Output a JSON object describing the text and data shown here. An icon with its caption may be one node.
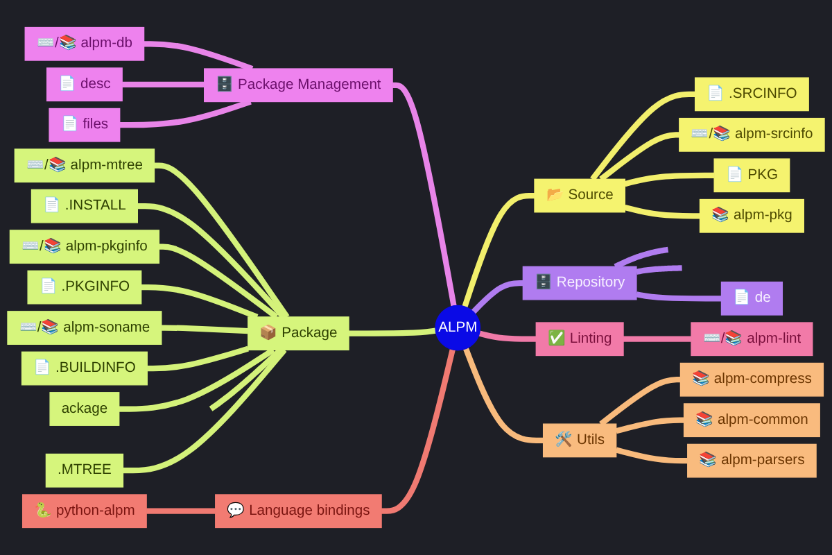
{
  "diagram": {
    "nodes": [
      {
        "text": [
          "ALPM"
        ]
      },
      {
        "text": [
          "🗄️ Package Management"
        ]
      },
      {
        "text": [
          "⌨️/📚 alpm-db"
        ]
      },
      {
        "text": [
          "📄 desc"
        ]
      },
      {
        "text": [
          "📄 files"
        ]
      },
      {
        "text": [
          "📂 Source"
        ]
      },
      {
        "text": [
          "📄 .SRCINFO"
        ]
      },
      {
        "text": [
          "⌨️/📚 alpm-srcinfo"
        ]
      },
      {
        "text": [
          "📄 PKG"
        ]
      },
      {
        "text": [
          "📚 alpm-pkg"
        ]
      },
      {
        "text": [
          "🗄️ Repository"
        ]
      },
      {
        "text": [
          "📄 de"
        ]
      },
      {
        "text": [
          "✅ Linting"
        ]
      },
      {
        "text": [
          "⌨️/📚 alpm-lint"
        ]
      },
      {
        "text": [
          "🛠️ Utils"
        ]
      },
      {
        "text": [
          "📚 alpm-compress"
        ]
      },
      {
        "text": [
          "📚 alpm-common"
        ]
      },
      {
        "text": [
          "📚 alpm-parsers"
        ]
      },
      {
        "text": [
          "📦 Package"
        ]
      },
      {
        "text": [
          "⌨️/📚 alpm-mtree"
        ]
      },
      {
        "text": [
          "📄 .INSTALL"
        ]
      },
      {
        "text": [
          "⌨️/📚 alpm-pkginfo"
        ]
      },
      {
        "text": [
          "📄 .PKGINFO"
        ]
      },
      {
        "text": [
          "⌨️/📚 alpm-soname"
        ]
      },
      {
        "text": [
          "📄 .BUILDINFO"
        ]
      },
      {
        "text": [
          "ackage"
        ]
      },
      {
        "text": [
          ".MTREE"
        ]
      },
      {
        "text": [
          "💬 Language bindings"
        ]
      },
      {
        "text": [
          "🐍 python-alpm"
        ]
      }
    ],
    "edges": [
      {
        "from": 0,
        "to": 1,
        "arrow": "none",
        "color": "#e884e8"
      },
      {
        "from": 1,
        "to": 2,
        "arrow": "none",
        "color": "#e884e8"
      },
      {
        "from": 1,
        "to": 3,
        "arrow": "none",
        "color": "#e884e8"
      },
      {
        "from": 1,
        "to": 4,
        "arrow": "none",
        "color": "#e884e8"
      },
      {
        "from": 0,
        "to": 5,
        "arrow": "none",
        "color": "#f2ef6c"
      },
      {
        "from": 5,
        "to": 6,
        "arrow": "none",
        "color": "#f2ef6c"
      },
      {
        "from": 5,
        "to": 7,
        "arrow": "none",
        "color": "#f2ef6c"
      },
      {
        "from": 5,
        "to": 8,
        "arrow": "none",
        "color": "#f2ef6c"
      },
      {
        "from": 5,
        "to": 9,
        "arrow": "none",
        "color": "#f2ef6c"
      },
      {
        "from": 0,
        "to": 10,
        "arrow": "none",
        "color": "#b07cf0"
      },
      {
        "from": 10,
        "to": null,
        "arrow": "none",
        "color": "#b07cf0"
      },
      {
        "from": 10,
        "to": null,
        "arrow": "none",
        "color": "#b07cf0"
      },
      {
        "from": 10,
        "to": 11,
        "arrow": "none",
        "color": "#b07cf0"
      },
      {
        "from": 0,
        "to": 12,
        "arrow": "none",
        "color": "#f07aa8"
      },
      {
        "from": 12,
        "to": 13,
        "arrow": "none",
        "color": "#f07aa8"
      },
      {
        "from": 0,
        "to": 14,
        "arrow": "none",
        "color": "#f8ba7c"
      },
      {
        "from": 14,
        "to": 15,
        "arrow": "none",
        "color": "#f8ba7c"
      },
      {
        "from": 14,
        "to": 16,
        "arrow": "none",
        "color": "#f8ba7c"
      },
      {
        "from": 14,
        "to": 17,
        "arrow": "none",
        "color": "#f8ba7c"
      },
      {
        "from": 0,
        "to": 18,
        "arrow": "none"
      },
      {
        "from": 18,
        "to": 19,
        "arrow": "none"
      },
      {
        "from": 18,
        "to": 20,
        "arrow": "none"
      },
      {
        "from": 18,
        "to": 21,
        "arrow": "none"
      },
      {
        "from": 18,
        "to": 22,
        "arrow": "none"
      },
      {
        "from": 18,
        "to": 23,
        "arrow": "none"
      },
      {
        "from": 18,
        "to": 24,
        "arrow": "none"
      },
      {
        "from": 18,
        "to": 25,
        "arrow": "none"
      },
      {
        "from": 18,
        "to": null,
        "arrow": "none"
      },
      {
        "from": 18,
        "to": 26,
        "arrow": "none"
      },
      {
        "from": 0,
        "to": 27,
        "arrow": "none",
        "color": "#f07a72"
      },
      {
        "from": 27,
        "to": 28,
        "arrow": "none",
        "color": "#f07a72"
      }
    ]
  }
}
